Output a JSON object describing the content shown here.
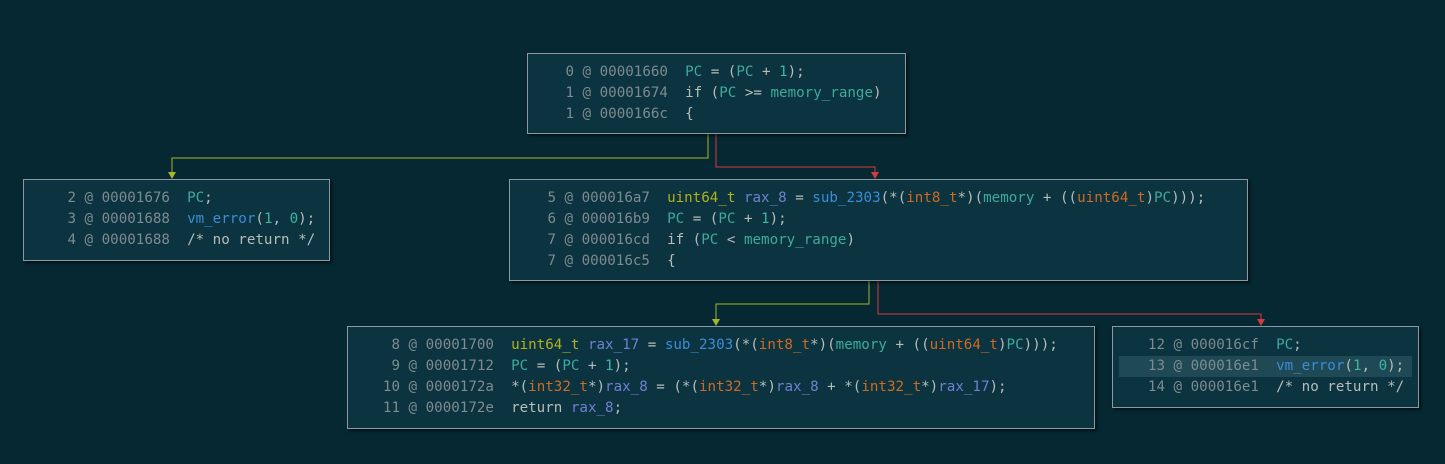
{
  "graph": {
    "nodes": [
      {
        "id": "entry",
        "lines": [
          {
            "num": "0",
            "addr": "00001660",
            "tokens": [
              {
                "t": "PC",
                "k": "reg"
              },
              {
                "t": " = (",
                "k": "plain"
              },
              {
                "t": "PC",
                "k": "reg"
              },
              {
                "t": " + ",
                "k": "plain"
              },
              {
                "t": "1",
                "k": "numlit"
              },
              {
                "t": ");",
                "k": "plain"
              }
            ]
          },
          {
            "num": "1",
            "addr": "00001674",
            "tokens": [
              {
                "t": "if (",
                "k": "kw"
              },
              {
                "t": "PC",
                "k": "reg"
              },
              {
                "t": " >= ",
                "k": "plain"
              },
              {
                "t": "memory_range",
                "k": "reg"
              },
              {
                "t": ")",
                "k": "plain"
              }
            ]
          },
          {
            "num": "1",
            "addr": "0000166c",
            "tokens": [
              {
                "t": "{",
                "k": "plain"
              }
            ]
          }
        ]
      },
      {
        "id": "error1",
        "lines": [
          {
            "num": "2",
            "addr": "00001676",
            "tokens": [
              {
                "t": "PC",
                "k": "reg"
              },
              {
                "t": ";",
                "k": "plain"
              }
            ]
          },
          {
            "num": "3",
            "addr": "00001688",
            "tokens": [
              {
                "t": "vm_error",
                "k": "fn"
              },
              {
                "t": "(",
                "k": "plain"
              },
              {
                "t": "1",
                "k": "numlit"
              },
              {
                "t": ", ",
                "k": "plain"
              },
              {
                "t": "0",
                "k": "numlit"
              },
              {
                "t": ");",
                "k": "plain"
              }
            ]
          },
          {
            "num": "4",
            "addr": "00001688",
            "tokens": [
              {
                "t": "/* no return */",
                "k": "cmt"
              }
            ]
          }
        ]
      },
      {
        "id": "block2",
        "lines": [
          {
            "num": "5",
            "addr": "000016a7",
            "tokens": [
              {
                "t": "uint64_t",
                "k": "typeg"
              },
              {
                "t": " ",
                "k": "plain"
              },
              {
                "t": "rax_8",
                "k": "var"
              },
              {
                "t": " = ",
                "k": "plain"
              },
              {
                "t": "sub_2303",
                "k": "fn"
              },
              {
                "t": "(*(",
                "k": "plain"
              },
              {
                "t": "int8_t",
                "k": "type"
              },
              {
                "t": "*)(",
                "k": "plain"
              },
              {
                "t": "memory",
                "k": "reg"
              },
              {
                "t": " + ((",
                "k": "plain"
              },
              {
                "t": "uint64_t",
                "k": "type"
              },
              {
                "t": ")",
                "k": "plain"
              },
              {
                "t": "PC",
                "k": "reg"
              },
              {
                "t": ")));",
                "k": "plain"
              }
            ]
          },
          {
            "num": "6",
            "addr": "000016b9",
            "tokens": [
              {
                "t": "PC",
                "k": "reg"
              },
              {
                "t": " = (",
                "k": "plain"
              },
              {
                "t": "PC",
                "k": "reg"
              },
              {
                "t": " + ",
                "k": "plain"
              },
              {
                "t": "1",
                "k": "numlit"
              },
              {
                "t": ");",
                "k": "plain"
              }
            ]
          },
          {
            "num": "7",
            "addr": "000016cd",
            "tokens": [
              {
                "t": "if (",
                "k": "kw"
              },
              {
                "t": "PC",
                "k": "reg"
              },
              {
                "t": " < ",
                "k": "plain"
              },
              {
                "t": "memory_range",
                "k": "reg"
              },
              {
                "t": ")",
                "k": "plain"
              }
            ]
          },
          {
            "num": "7",
            "addr": "000016c5",
            "tokens": [
              {
                "t": "{",
                "k": "plain"
              }
            ]
          }
        ]
      },
      {
        "id": "block3",
        "lines": [
          {
            "num": "8",
            "addr": "00001700",
            "tokens": [
              {
                "t": "uint64_t",
                "k": "typeg"
              },
              {
                "t": " ",
                "k": "plain"
              },
              {
                "t": "rax_17",
                "k": "var"
              },
              {
                "t": " = ",
                "k": "plain"
              },
              {
                "t": "sub_2303",
                "k": "fn"
              },
              {
                "t": "(*(",
                "k": "plain"
              },
              {
                "t": "int8_t",
                "k": "type"
              },
              {
                "t": "*)(",
                "k": "plain"
              },
              {
                "t": "memory",
                "k": "reg"
              },
              {
                "t": " + ((",
                "k": "plain"
              },
              {
                "t": "uint64_t",
                "k": "type"
              },
              {
                "t": ")",
                "k": "plain"
              },
              {
                "t": "PC",
                "k": "reg"
              },
              {
                "t": ")));",
                "k": "plain"
              }
            ]
          },
          {
            "num": "9",
            "addr": "00001712",
            "tokens": [
              {
                "t": "PC",
                "k": "reg"
              },
              {
                "t": " = (",
                "k": "plain"
              },
              {
                "t": "PC",
                "k": "reg"
              },
              {
                "t": " + ",
                "k": "plain"
              },
              {
                "t": "1",
                "k": "numlit"
              },
              {
                "t": ");",
                "k": "plain"
              }
            ]
          },
          {
            "num": "10",
            "addr": "0000172a",
            "tokens": [
              {
                "t": "*(",
                "k": "plain"
              },
              {
                "t": "int32_t",
                "k": "type"
              },
              {
                "t": "*)",
                "k": "plain"
              },
              {
                "t": "rax_8",
                "k": "var"
              },
              {
                "t": " = (*(",
                "k": "plain"
              },
              {
                "t": "int32_t",
                "k": "type"
              },
              {
                "t": "*)",
                "k": "plain"
              },
              {
                "t": "rax_8",
                "k": "var"
              },
              {
                "t": " + *(",
                "k": "plain"
              },
              {
                "t": "int32_t",
                "k": "type"
              },
              {
                "t": "*)",
                "k": "plain"
              },
              {
                "t": "rax_17",
                "k": "var"
              },
              {
                "t": ");",
                "k": "plain"
              }
            ]
          },
          {
            "num": "11",
            "addr": "0000172e",
            "tokens": [
              {
                "t": "return ",
                "k": "kw"
              },
              {
                "t": "rax_8",
                "k": "var"
              },
              {
                "t": ";",
                "k": "plain"
              }
            ]
          }
        ]
      },
      {
        "id": "error2",
        "lines": [
          {
            "num": "12",
            "addr": "000016cf",
            "tokens": [
              {
                "t": "PC",
                "k": "reg"
              },
              {
                "t": ";",
                "k": "plain"
              }
            ]
          },
          {
            "num": "13",
            "addr": "000016e1",
            "selected": true,
            "tokens": [
              {
                "t": "vm_error",
                "k": "fn"
              },
              {
                "t": "(",
                "k": "plain"
              },
              {
                "t": "1",
                "k": "numlit"
              },
              {
                "t": ", ",
                "k": "plain"
              },
              {
                "t": "0",
                "k": "numlit"
              },
              {
                "t": ");",
                "k": "plain"
              }
            ]
          },
          {
            "num": "14",
            "addr": "000016e1",
            "tokens": [
              {
                "t": "/* no return */",
                "k": "cmt"
              }
            ]
          }
        ]
      }
    ],
    "edges": [
      {
        "from": "entry",
        "to": "error1",
        "kind": "true"
      },
      {
        "from": "entry",
        "to": "block2",
        "kind": "false"
      },
      {
        "from": "block2",
        "to": "block3",
        "kind": "true"
      },
      {
        "from": "block2",
        "to": "error2",
        "kind": "false"
      }
    ],
    "colors": {
      "background": "#062833",
      "node_bg": "#0b3340",
      "node_border": "#8a9a9f",
      "edge_true": "#a4b62b",
      "edge_false": "#d23c3c",
      "selection": "#1e4955"
    }
  }
}
